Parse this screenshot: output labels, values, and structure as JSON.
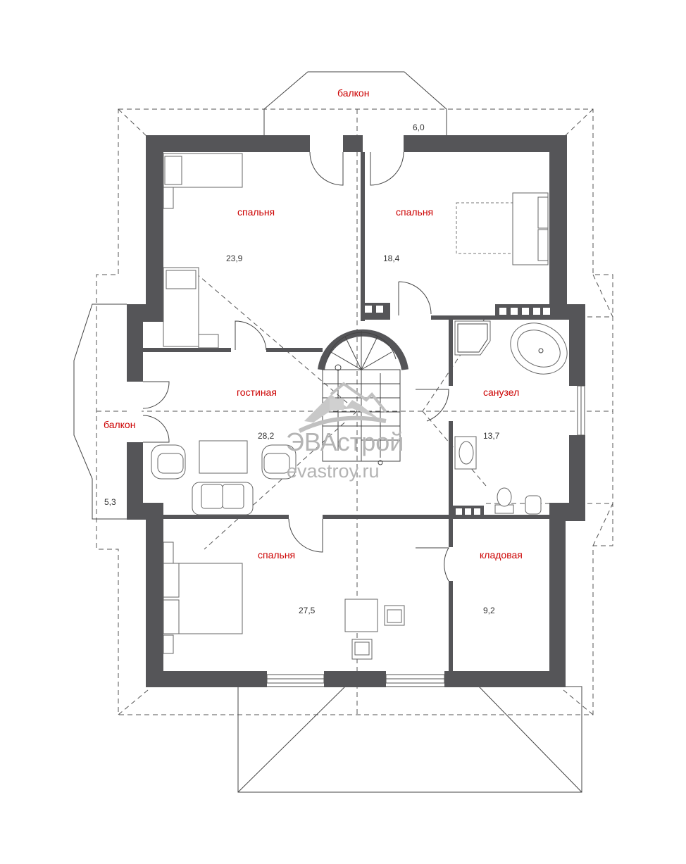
{
  "colors": {
    "wall": "#555558",
    "label": "#cc0000",
    "area": "#333333",
    "line": "#444444",
    "watermark": "#b4b4b4"
  },
  "rooms": {
    "balcony_top": {
      "name": "балкон",
      "area": "6,0"
    },
    "bedroom_nw": {
      "name": "спальня",
      "area": "23,9"
    },
    "bedroom_ne": {
      "name": "спальня",
      "area": "18,4"
    },
    "living": {
      "name": "гостиная",
      "area": "28,2"
    },
    "bathroom": {
      "name": "санузел",
      "area": "13,7"
    },
    "balcony_west": {
      "name": "балкон",
      "area": "5,3"
    },
    "bedroom_s": {
      "name": "спальня",
      "area": "27,5"
    },
    "storage": {
      "name": "кладовая",
      "area": "9,2"
    }
  },
  "watermark": {
    "title": "ЭВАстрой",
    "url": "evastroy.ru",
    "icon": "house-logo-icon"
  }
}
